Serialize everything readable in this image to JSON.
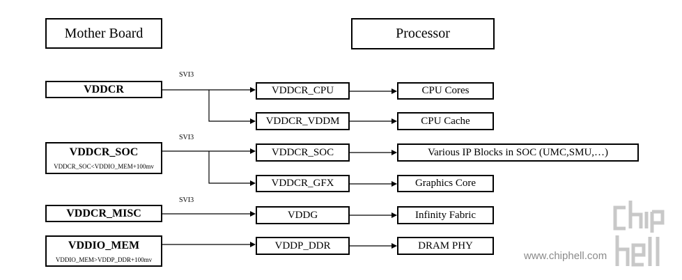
{
  "headers": {
    "mother_board": "Mother Board",
    "processor": "Processor"
  },
  "rails": [
    {
      "name": "VDDCR",
      "note": ""
    },
    {
      "name": "VDDCR_SOC",
      "note": "VDDCR_SOC<VDDIO_MEM+100mv"
    },
    {
      "name": "VDDCR_MISC",
      "note": ""
    },
    {
      "name": "VDDIO_MEM",
      "note": "VDDIO_MEM>VDDP_DDR+100mv"
    }
  ],
  "svi_labels": [
    "SVI3",
    "SVI3",
    "SVI3"
  ],
  "domains": [
    "VDDCR_CPU",
    "VDDCR_VDDM",
    "VDDCR_SOC",
    "VDDCR_GFX",
    "VDDG",
    "VDDP_DDR"
  ],
  "consumers": [
    "CPU Cores",
    "CPU Cache",
    "Various IP Blocks in SOC (UMC,SMU,…)",
    "Graphics Core",
    "Infinity Fabric",
    "DRAM PHY"
  ],
  "watermark": {
    "logo": "chip hell",
    "url": "www.chiphell.com"
  }
}
